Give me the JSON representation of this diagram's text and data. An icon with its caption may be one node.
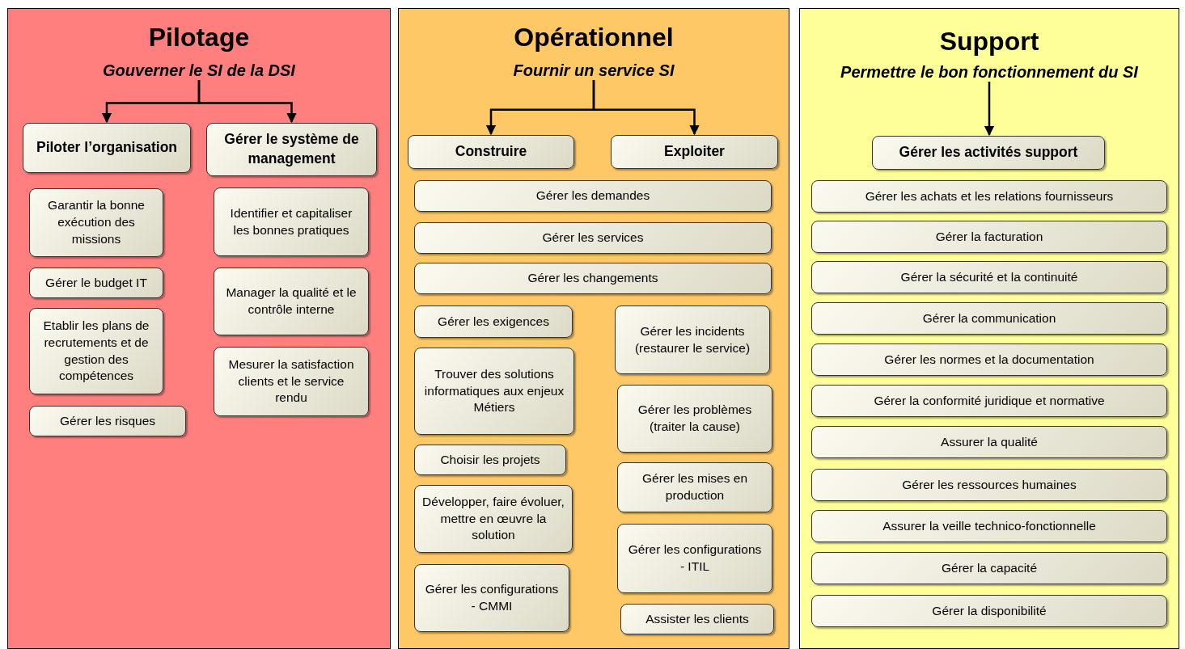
{
  "diagram": {
    "nodes": [
      {
        "text": [
          "Pilotage"
        ]
      },
      {
        "text": [
          "Gouverner le SI de la DSI"
        ],
        "in": 0
      },
      {
        "text": [
          "Piloter l’organisation"
        ],
        "in": 0
      },
      {
        "text": [
          "Gérer le système de management"
        ],
        "in": 0
      },
      {
        "text": [
          "Garantir la bonne exécution des missions"
        ],
        "in": 0
      },
      {
        "text": [
          "Gérer le budget IT"
        ],
        "in": 0
      },
      {
        "text": [
          "Etablir les plans de recrutements et de gestion des compétences"
        ],
        "in": 0
      },
      {
        "text": [
          "Gérer les risques"
        ],
        "in": 0
      },
      {
        "text": [
          "Identifier et capitaliser les bonnes pratiques"
        ],
        "in": 0
      },
      {
        "text": [
          "Manager la qualité et le contrôle interne"
        ],
        "in": 0
      },
      {
        "text": [
          "Mesurer la satisfaction clients et le service rendu"
        ],
        "in": 0
      },
      {
        "text": [
          "Opérationnel"
        ]
      },
      {
        "text": [
          "Fournir un service SI"
        ],
        "in": 11
      },
      {
        "text": [
          "Construire"
        ],
        "in": 11
      },
      {
        "text": [
          "Exploiter"
        ],
        "in": 11
      },
      {
        "text": [
          "Gérer les demandes"
        ],
        "in": 11
      },
      {
        "text": [
          "Gérer les services"
        ],
        "in": 11
      },
      {
        "text": [
          "Gérer les changements"
        ],
        "in": 11
      },
      {
        "text": [
          "Gérer les exigences"
        ],
        "in": 11
      },
      {
        "text": [
          "Trouver des solutions informatiques aux enjeux Métiers"
        ],
        "in": 11
      },
      {
        "text": [
          "Choisir les projets"
        ],
        "in": 11
      },
      {
        "text": [
          "Développer, faire évoluer, mettre en œuvre la solution"
        ],
        "in": 11
      },
      {
        "text": [
          "Gérer les configurations - CMMI"
        ],
        "in": 11
      },
      {
        "text": [
          "Gérer les incidents (restaurer le service)"
        ],
        "in": 11
      },
      {
        "text": [
          "Gérer les problèmes (traiter la cause)"
        ],
        "in": 11
      },
      {
        "text": [
          "Gérer les mises en production"
        ],
        "in": 11
      },
      {
        "text": [
          "Gérer les configurations - ITIL"
        ],
        "in": 11
      },
      {
        "text": [
          "Assister les clients"
        ],
        "in": 11
      },
      {
        "text": [
          "Support"
        ]
      },
      {
        "text": [
          "Permettre le bon fonctionnement du SI"
        ],
        "in": 28
      },
      {
        "text": [
          "Gérer les activités support"
        ],
        "in": 28
      },
      {
        "text": [
          "Gérer les achats et les relations fournisseurs"
        ],
        "in": 28
      },
      {
        "text": [
          "Gérer la facturation"
        ],
        "in": 28
      },
      {
        "text": [
          "Gérer la sécurité et la continuité"
        ],
        "in": 28
      },
      {
        "text": [
          "Gérer la communication"
        ],
        "in": 28
      },
      {
        "text": [
          "Gérer les normes et la documentation"
        ],
        "in": 28
      },
      {
        "text": [
          "Gérer la conformité juridique et normative"
        ],
        "in": 28
      },
      {
        "text": [
          "Assurer la qualité"
        ],
        "in": 28
      },
      {
        "text": [
          "Gérer les ressources humaines"
        ],
        "in": 28
      },
      {
        "text": [
          "Assurer la veille technico-fonctionnelle"
        ],
        "in": 28
      },
      {
        "text": [
          "Gérer la capacité"
        ],
        "in": 28
      },
      {
        "text": [
          "Gérer la disponibilité"
        ],
        "in": 28
      }
    ],
    "edges": [
      {
        "from": 1,
        "to": 2,
        "arrow": "to"
      },
      {
        "from": 1,
        "to": 3,
        "arrow": "to"
      },
      {
        "from": 12,
        "to": 13,
        "arrow": "to"
      },
      {
        "from": 12,
        "to": 14,
        "arrow": "to"
      },
      {
        "from": 29,
        "to": 30,
        "arrow": "to"
      }
    ]
  }
}
